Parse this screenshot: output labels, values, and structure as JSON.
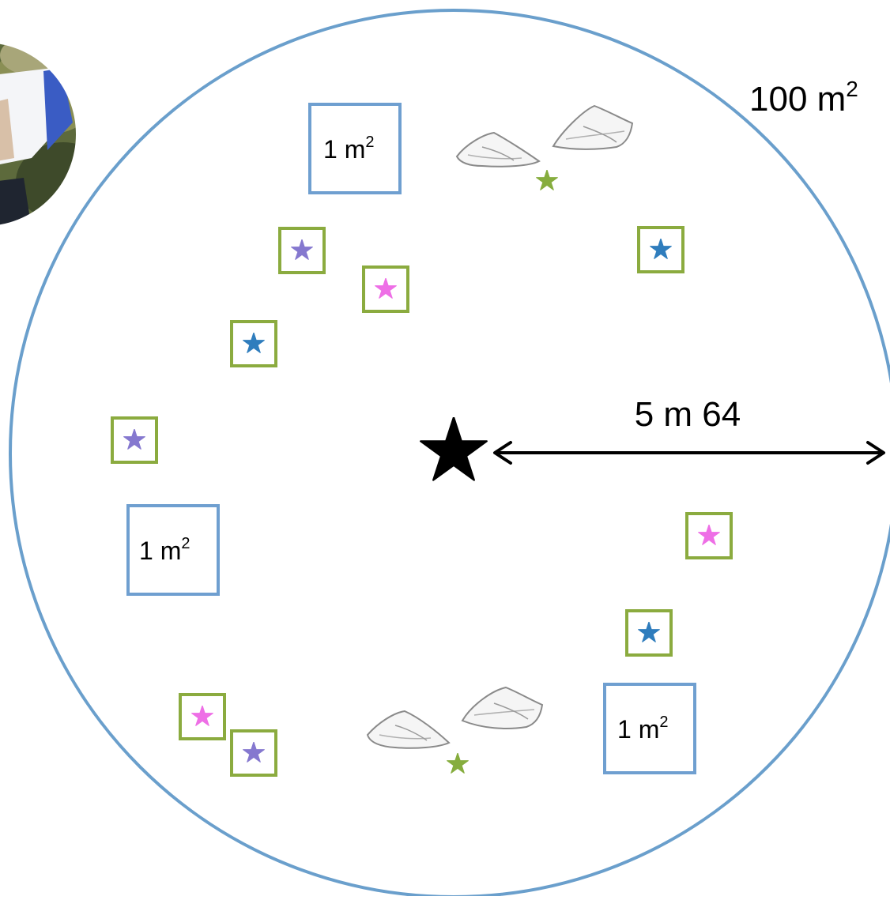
{
  "labels": {
    "plot_area": "100 m",
    "plot_area_sup": "2",
    "radius": "5 m 64",
    "quadrat": "1 m",
    "quadrat_sup": "2"
  },
  "colors": {
    "plot_circle": "#6a9fcc",
    "quadrat_large": "#6f9fd0",
    "quadrat_small": "#8bab3f",
    "star_purple": "#8578cf",
    "star_pink": "#ee6fe6",
    "star_blue": "#2f7dbd",
    "star_green": "#86ad3e",
    "center_star": "#000000"
  },
  "icons": {
    "center": "star-icon",
    "rock": "rock-icon",
    "photo": "field-photo"
  }
}
